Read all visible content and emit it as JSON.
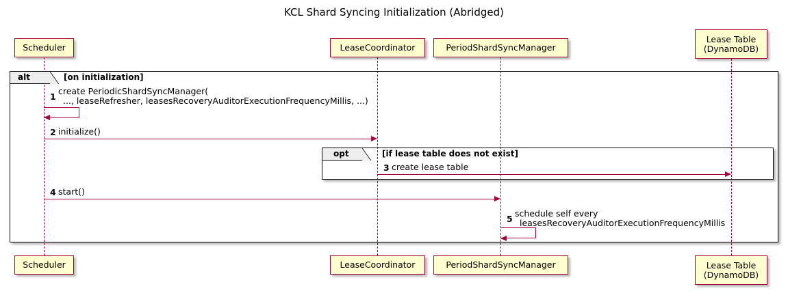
{
  "title": "KCL Shard Syncing Initialization (Abridged)",
  "colors": {
    "participant_fill": "#FEFECE",
    "participant_border": "#A80036",
    "arrow": "#A80036",
    "frame_border": "#000000",
    "frame_tab_fill": "#EEEEEE",
    "background": "#FFFFFF"
  },
  "participants": [
    {
      "id": "scheduler",
      "label": "Scheduler",
      "label_line2": ""
    },
    {
      "id": "lease-coordinator",
      "label": "LeaseCoordinator",
      "label_line2": ""
    },
    {
      "id": "period-shard-sync-manager",
      "label": "PeriodShardSyncManager",
      "label_line2": ""
    },
    {
      "id": "lease-table",
      "label": "Lease Table",
      "label_line2": "(DynamoDB)"
    }
  ],
  "fragments": [
    {
      "id": "alt",
      "operator": "alt",
      "guard": "[on initialization]"
    },
    {
      "id": "opt",
      "operator": "opt",
      "guard": "[if lease table does not exist]"
    }
  ],
  "messages": [
    {
      "number": "1",
      "kind": "self",
      "from": "scheduler",
      "to": "scheduler",
      "text_line1": "create PeriodicShardSyncManager(",
      "text_line2": "..., leaseRefresher, leasesRecoveryAuditorExecutionFrequencyMillis, ...)"
    },
    {
      "number": "2",
      "kind": "call",
      "from": "scheduler",
      "to": "lease-coordinator",
      "text_line1": "initialize()",
      "text_line2": ""
    },
    {
      "number": "3",
      "kind": "call",
      "from": "lease-coordinator",
      "to": "lease-table",
      "text_line1": "create lease table",
      "text_line2": ""
    },
    {
      "number": "4",
      "kind": "call",
      "from": "scheduler",
      "to": "period-shard-sync-manager",
      "text_line1": "start()",
      "text_line2": ""
    },
    {
      "number": "5",
      "kind": "self",
      "from": "period-shard-sync-manager",
      "to": "period-shard-sync-manager",
      "text_line1": "schedule self every",
      "text_line2": "leasesRecoveryAuditorExecutionFrequencyMillis"
    }
  ]
}
